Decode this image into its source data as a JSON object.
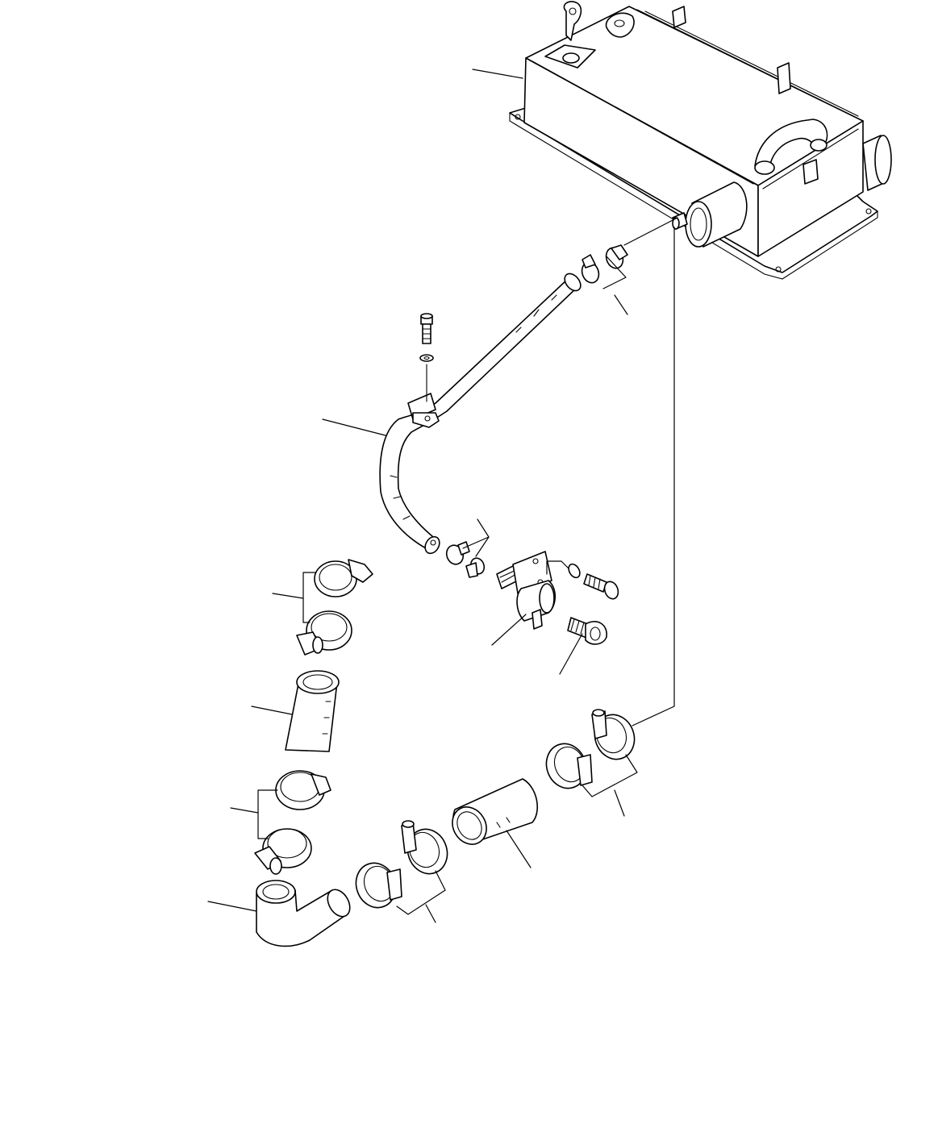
{
  "figure": {
    "type": "exploded-parts-diagram",
    "background": "#ffffff",
    "line_color": "#000000",
    "callout_labels_printed": false
  },
  "parts": [
    {
      "id": "aftercooler-tank",
      "kind": "tank"
    },
    {
      "id": "upper-hose-clamp-pair",
      "kind": "clamp"
    },
    {
      "id": "bent-tube-hose",
      "kind": "hose"
    },
    {
      "id": "bolt-washer-bracket",
      "kind": "fastener"
    },
    {
      "id": "small-clamp-pair",
      "kind": "clamp"
    },
    {
      "id": "tee-fitting",
      "kind": "fitting"
    },
    {
      "id": "mount-bolt",
      "kind": "fastener"
    },
    {
      "id": "drain-plug",
      "kind": "plug"
    },
    {
      "id": "upper-left-clamp-pair",
      "kind": "clamp"
    },
    {
      "id": "straight-hose",
      "kind": "hose"
    },
    {
      "id": "lower-left-clamp-pair",
      "kind": "clamp"
    },
    {
      "id": "elbow-pipe",
      "kind": "pipe"
    },
    {
      "id": "lower-middle-clamp-pair",
      "kind": "clamp"
    },
    {
      "id": "middle-hose",
      "kind": "hose"
    },
    {
      "id": "lower-right-clamp-pair",
      "kind": "clamp"
    }
  ]
}
